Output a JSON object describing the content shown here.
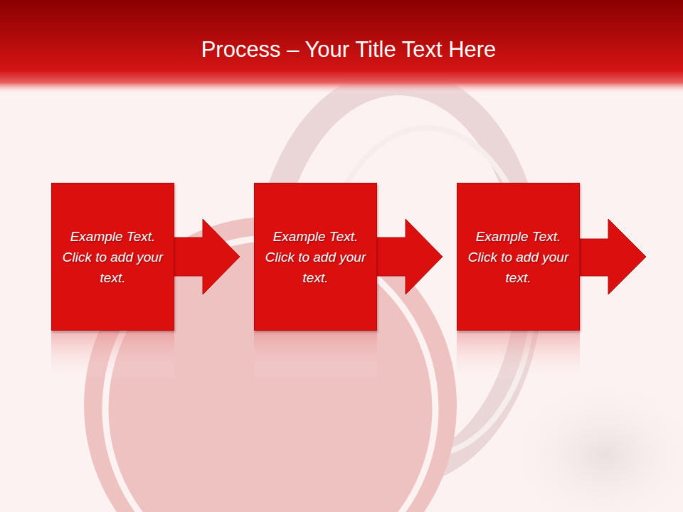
{
  "diagram": {
    "title": "Process – Your Title Text Here",
    "nodes": [
      {
        "text": [
          "Example Text. Click to add your text."
        ]
      },
      {
        "text": [
          "Example Text. Click to add your text."
        ]
      },
      {
        "text": [
          "Example Text. Click to add your text."
        ]
      }
    ],
    "edges": [
      {
        "from": 0,
        "to": 1,
        "arrow": "to"
      },
      {
        "from": 1,
        "to": 2,
        "arrow": "to"
      }
    ]
  }
}
